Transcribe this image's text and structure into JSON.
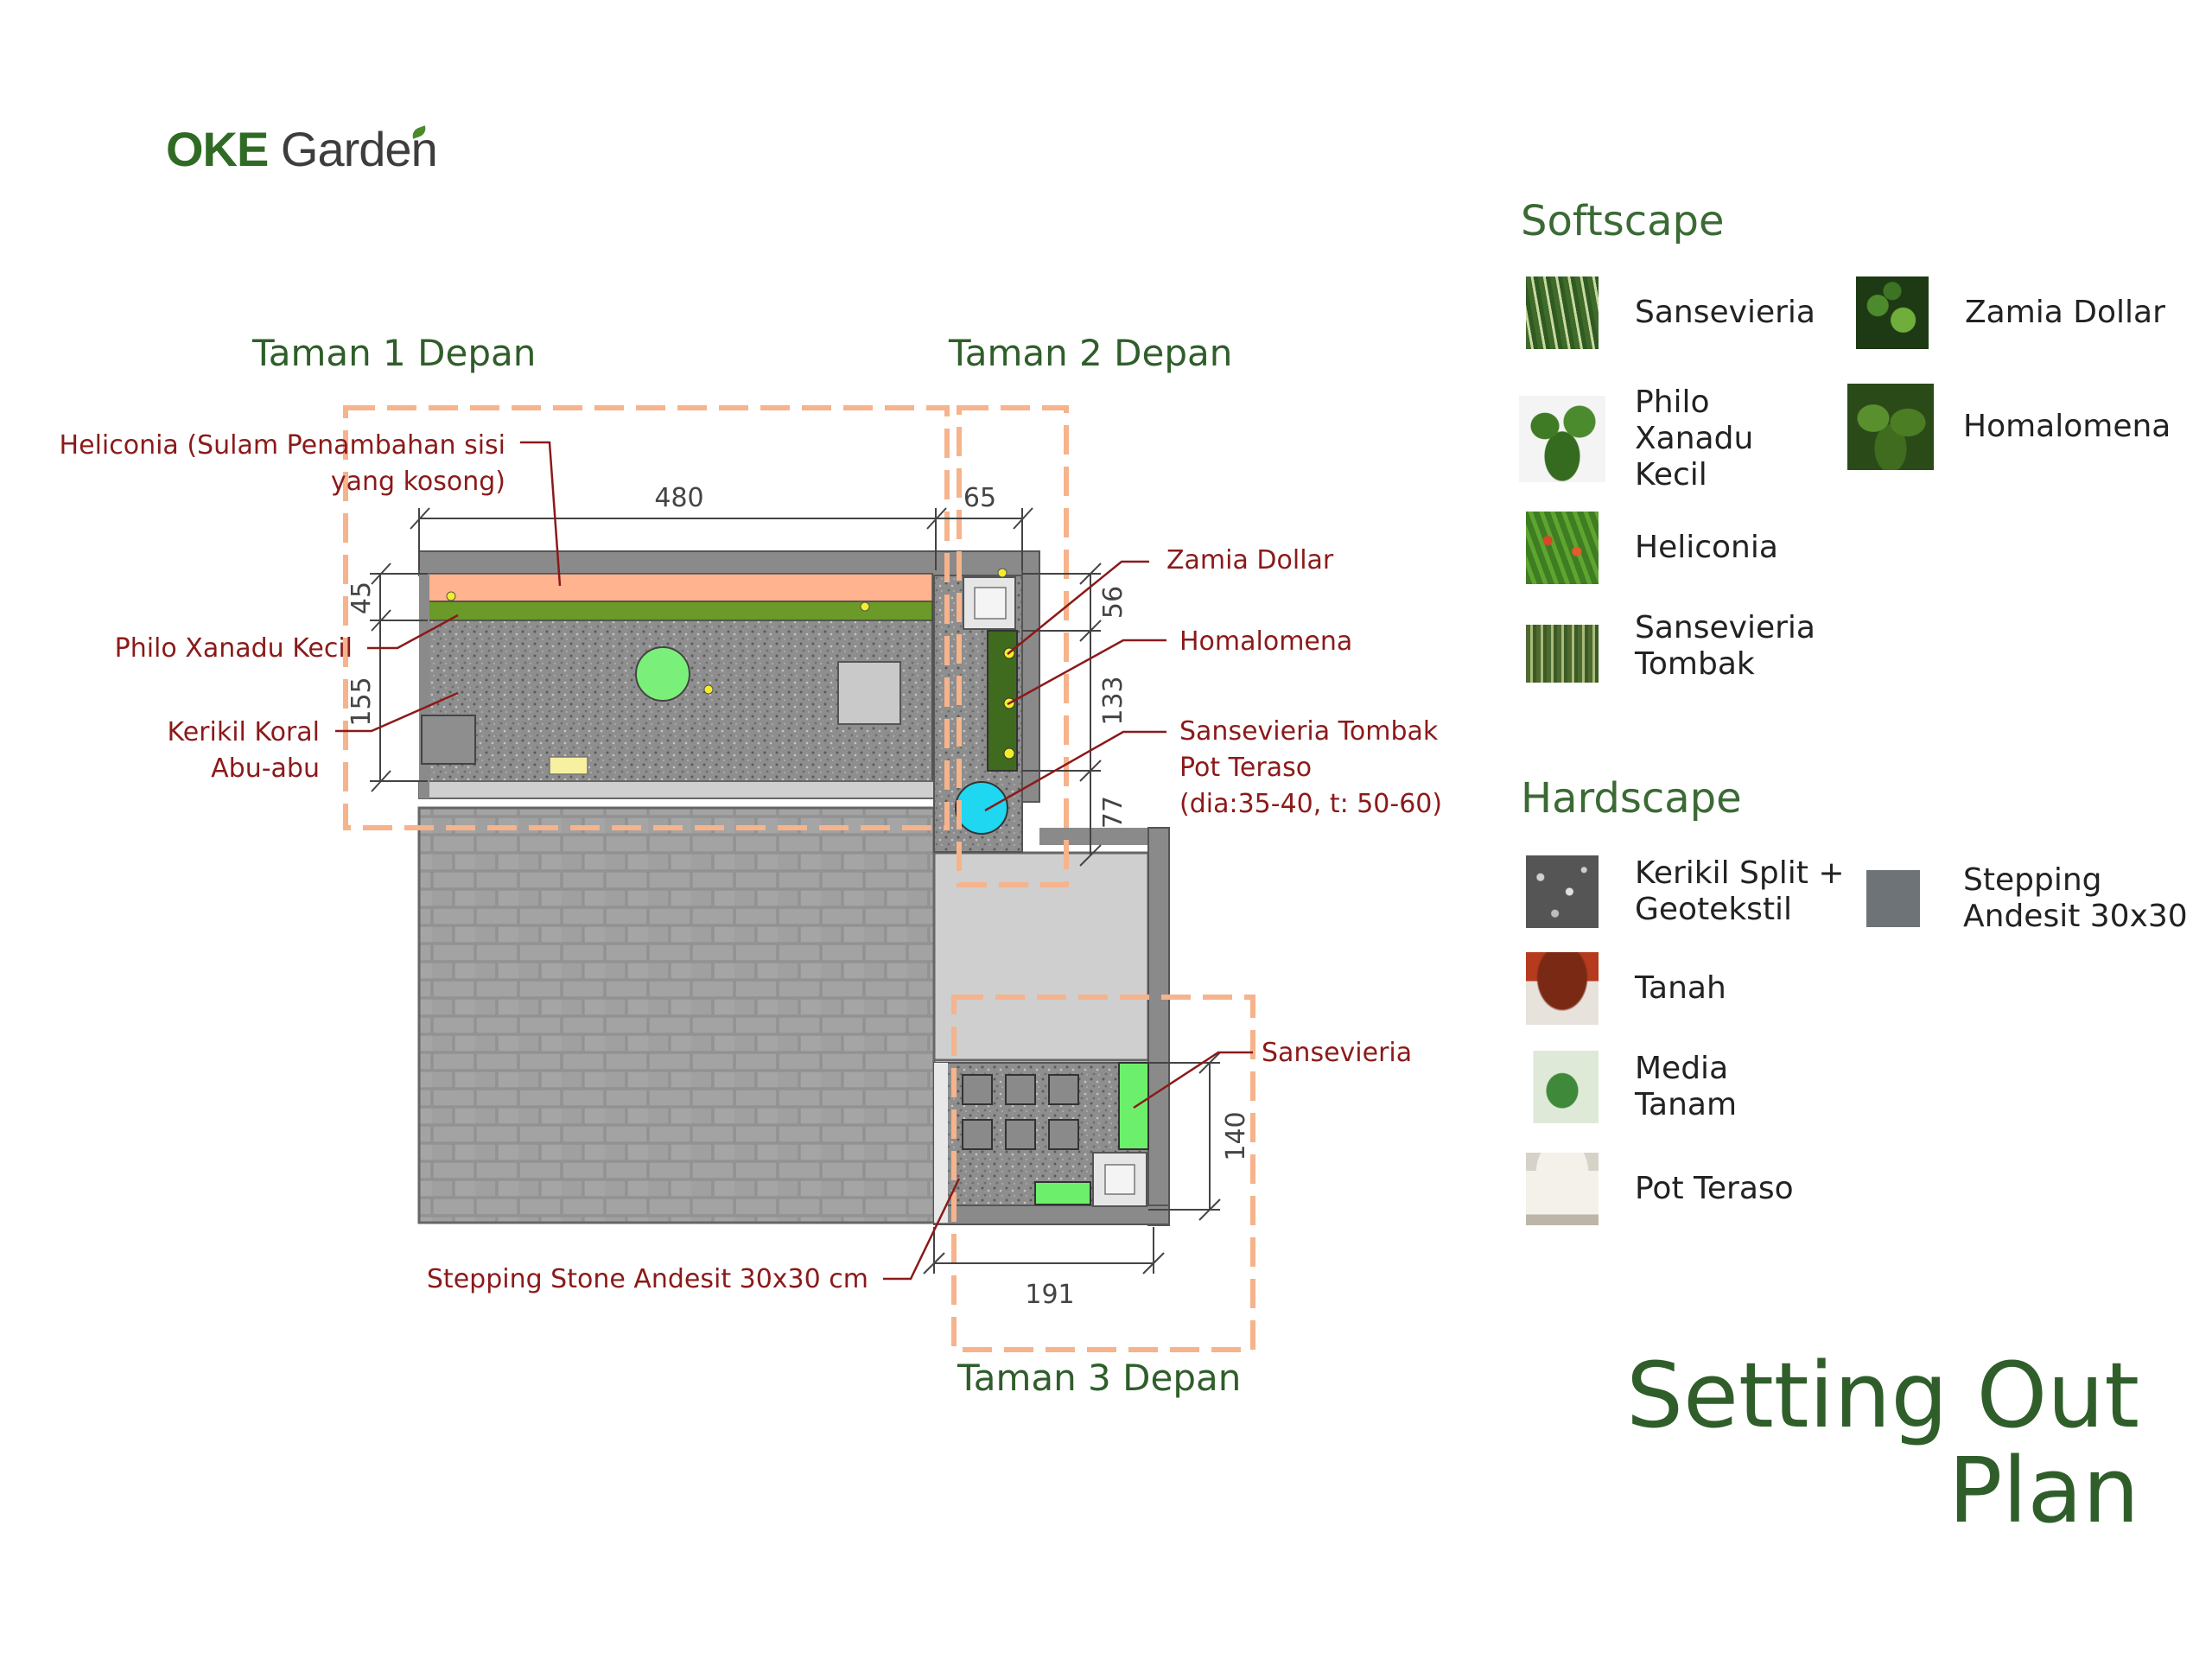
{
  "logo": {
    "part1": "OKE",
    "part2": "Garden"
  },
  "zones": {
    "taman1": "Taman 1 Depan",
    "taman2": "Taman 2 Depan",
    "taman3": "Taman 3 Depan"
  },
  "callouts": {
    "heliconia_l1": "Heliconia (Sulam Penambahan sisi",
    "heliconia_l2": "yang kosong)",
    "philo": "Philo Xanadu Kecil",
    "kerikil_l1": "Kerikil Koral",
    "kerikil_l2": "Abu-abu",
    "zamia": "Zamia Dollar",
    "homalomena": "Homalomena",
    "sans_tombak_l1": "Sansevieria Tombak",
    "sans_tombak_l2": "Pot Teraso",
    "sans_tombak_l3": "(dia:35-40, t: 50-60)",
    "sansevieria": "Sansevieria",
    "stepping": "Stepping Stone Andesit 30x30 cm"
  },
  "dimensions": {
    "d480": "480",
    "d65": "65",
    "d45": "45",
    "d155": "155",
    "d56": "56",
    "d133": "133",
    "d77": "77",
    "d140": "140",
    "d191": "191"
  },
  "softscape": {
    "title": "Softscape",
    "items": [
      {
        "label": "Sansevieria",
        "icon": "sansevieria-photo"
      },
      {
        "label": "Zamia Dollar",
        "icon": "zamia-photo"
      },
      {
        "label": "Philo\nXanadu\nKecil",
        "icon": "philo-photo"
      },
      {
        "label": "Homalomena",
        "icon": "homalomena-photo"
      },
      {
        "label": "Heliconia",
        "icon": "heliconia-photo"
      },
      {
        "label": "Sansevieria\nTombak",
        "icon": "sansevieria-tombak-photo"
      }
    ]
  },
  "hardscape": {
    "title": "Hardscape",
    "items": [
      {
        "label": "Kerikil Split +\nGeotekstil",
        "icon": "gravel-photo"
      },
      {
        "label": "Stepping\nAndesit 30x30",
        "icon": "andesite-swatch"
      },
      {
        "label": "Tanah",
        "icon": "soil-photo"
      },
      {
        "label": "Media\nTanam",
        "icon": "planting-media-photo"
      },
      {
        "label": "Pot Teraso",
        "icon": "terrazzo-pot-photo"
      }
    ]
  },
  "title": {
    "line1": "Setting Out",
    "line2": "Plan"
  },
  "colors": {
    "accent_green": "#2f5e2a",
    "callout_red": "#8b1a1a",
    "dashed_zone": "#f6b38c",
    "heliconia_bed": "#ffb38f",
    "philo_bed": "#6b9a28",
    "pot_cyan": "#1fd7f0",
    "sansevieria_bed": "#6cf06c"
  }
}
